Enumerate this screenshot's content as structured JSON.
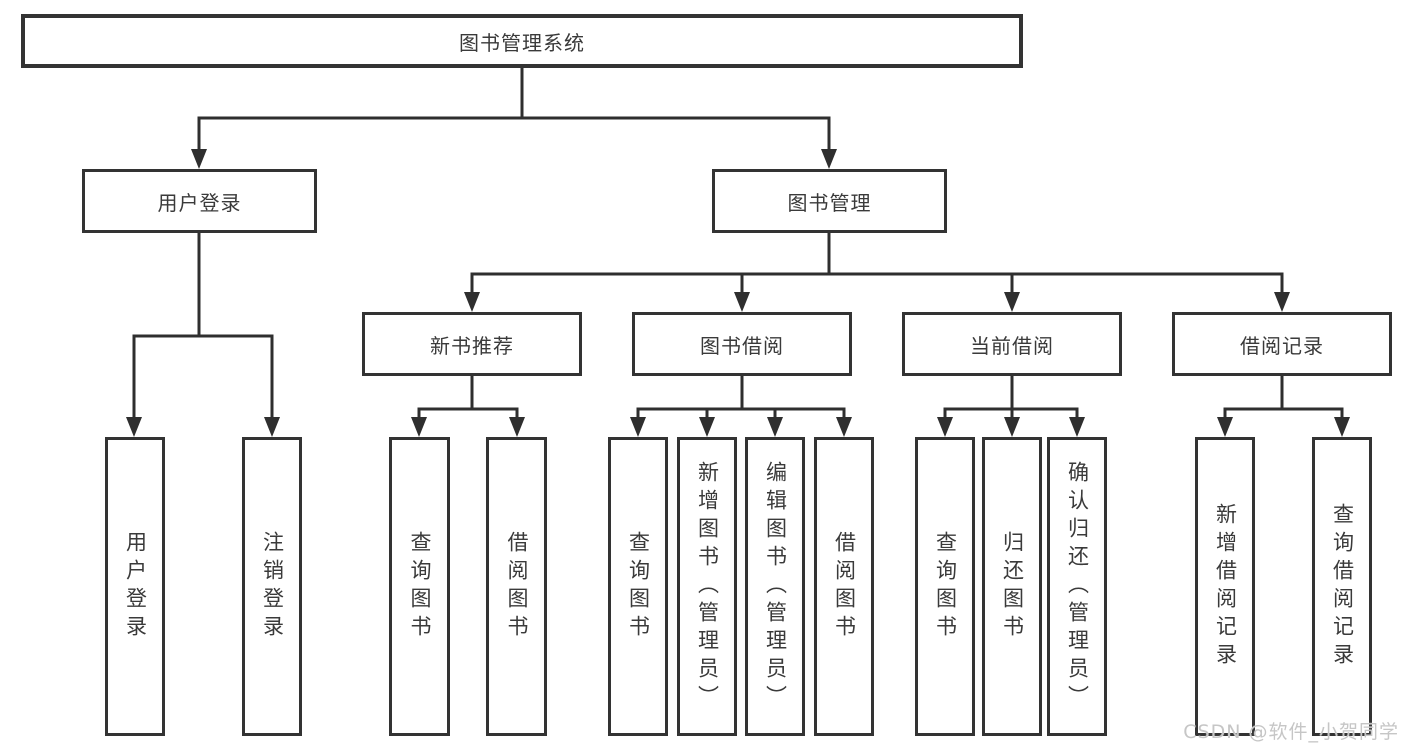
{
  "diagram": {
    "root": {
      "label": "图书管理系统"
    },
    "level2": [
      {
        "label": "用户登录",
        "children": [
          {
            "label": "用户登录"
          },
          {
            "label": "注销登录"
          }
        ]
      },
      {
        "label": "图书管理",
        "children": [
          {
            "label": "新书推荐",
            "children": [
              {
                "label": "查询图书"
              },
              {
                "label": "借阅图书"
              }
            ]
          },
          {
            "label": "图书借阅",
            "children": [
              {
                "label": "查询图书"
              },
              {
                "label": "新增图书（管理员）"
              },
              {
                "label": "编辑图书（管理员）"
              },
              {
                "label": "借阅图书"
              }
            ]
          },
          {
            "label": "当前借阅",
            "children": [
              {
                "label": "查询图书"
              },
              {
                "label": "归还图书"
              },
              {
                "label": "确认归还（管理员）"
              }
            ]
          },
          {
            "label": "借阅记录",
            "children": [
              {
                "label": "新增借阅记录"
              },
              {
                "label": "查询借阅记录"
              }
            ]
          }
        ]
      }
    ]
  },
  "watermark": {
    "text": "CSDN @软件_小贺同学"
  },
  "colors": {
    "line": "#2f2f2f",
    "border": "#333333",
    "text": "#3a3a3a",
    "background": "#ffffff",
    "watermark": "#c6c6c6"
  }
}
